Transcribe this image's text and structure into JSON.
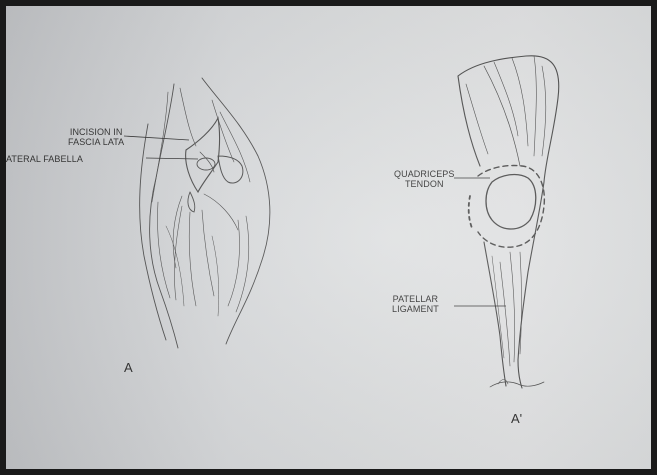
{
  "figure": {
    "panel_a": {
      "caption": "A",
      "labels": {
        "incision_line1": "INCISION IN",
        "incision_line2": "FASCIA LATA",
        "fabella": "ATERAL FABELLA"
      }
    },
    "panel_a_prime": {
      "caption": "A'",
      "labels": {
        "quadriceps_line1": "QUADRICEPS",
        "quadriceps_line2": "TENDON",
        "patellar_line1": "PATELLAR",
        "patellar_line2": "LIGAMENT"
      }
    }
  }
}
